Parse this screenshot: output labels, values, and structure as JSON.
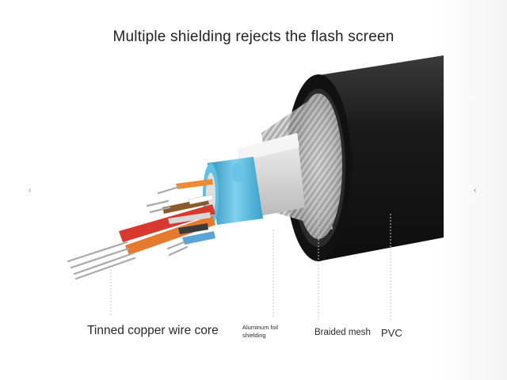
{
  "title": "Multiple shielding rejects the flash screen",
  "labels": {
    "core": "Tinned copper wire core",
    "foil": "Aluminum foil shielding",
    "mesh": "Braided mesh",
    "pvc": "PVC"
  },
  "nav": {
    "prev_icon": "chevron-left-icon",
    "next_icon": "chevron-right-icon",
    "prev": "‹",
    "next": "‹"
  },
  "colors": {
    "jacket": "#1c1c1c",
    "foil_band": "#4fb2d9",
    "braid": "#bdbdbd",
    "copper_wire": "#b7b7b7"
  }
}
